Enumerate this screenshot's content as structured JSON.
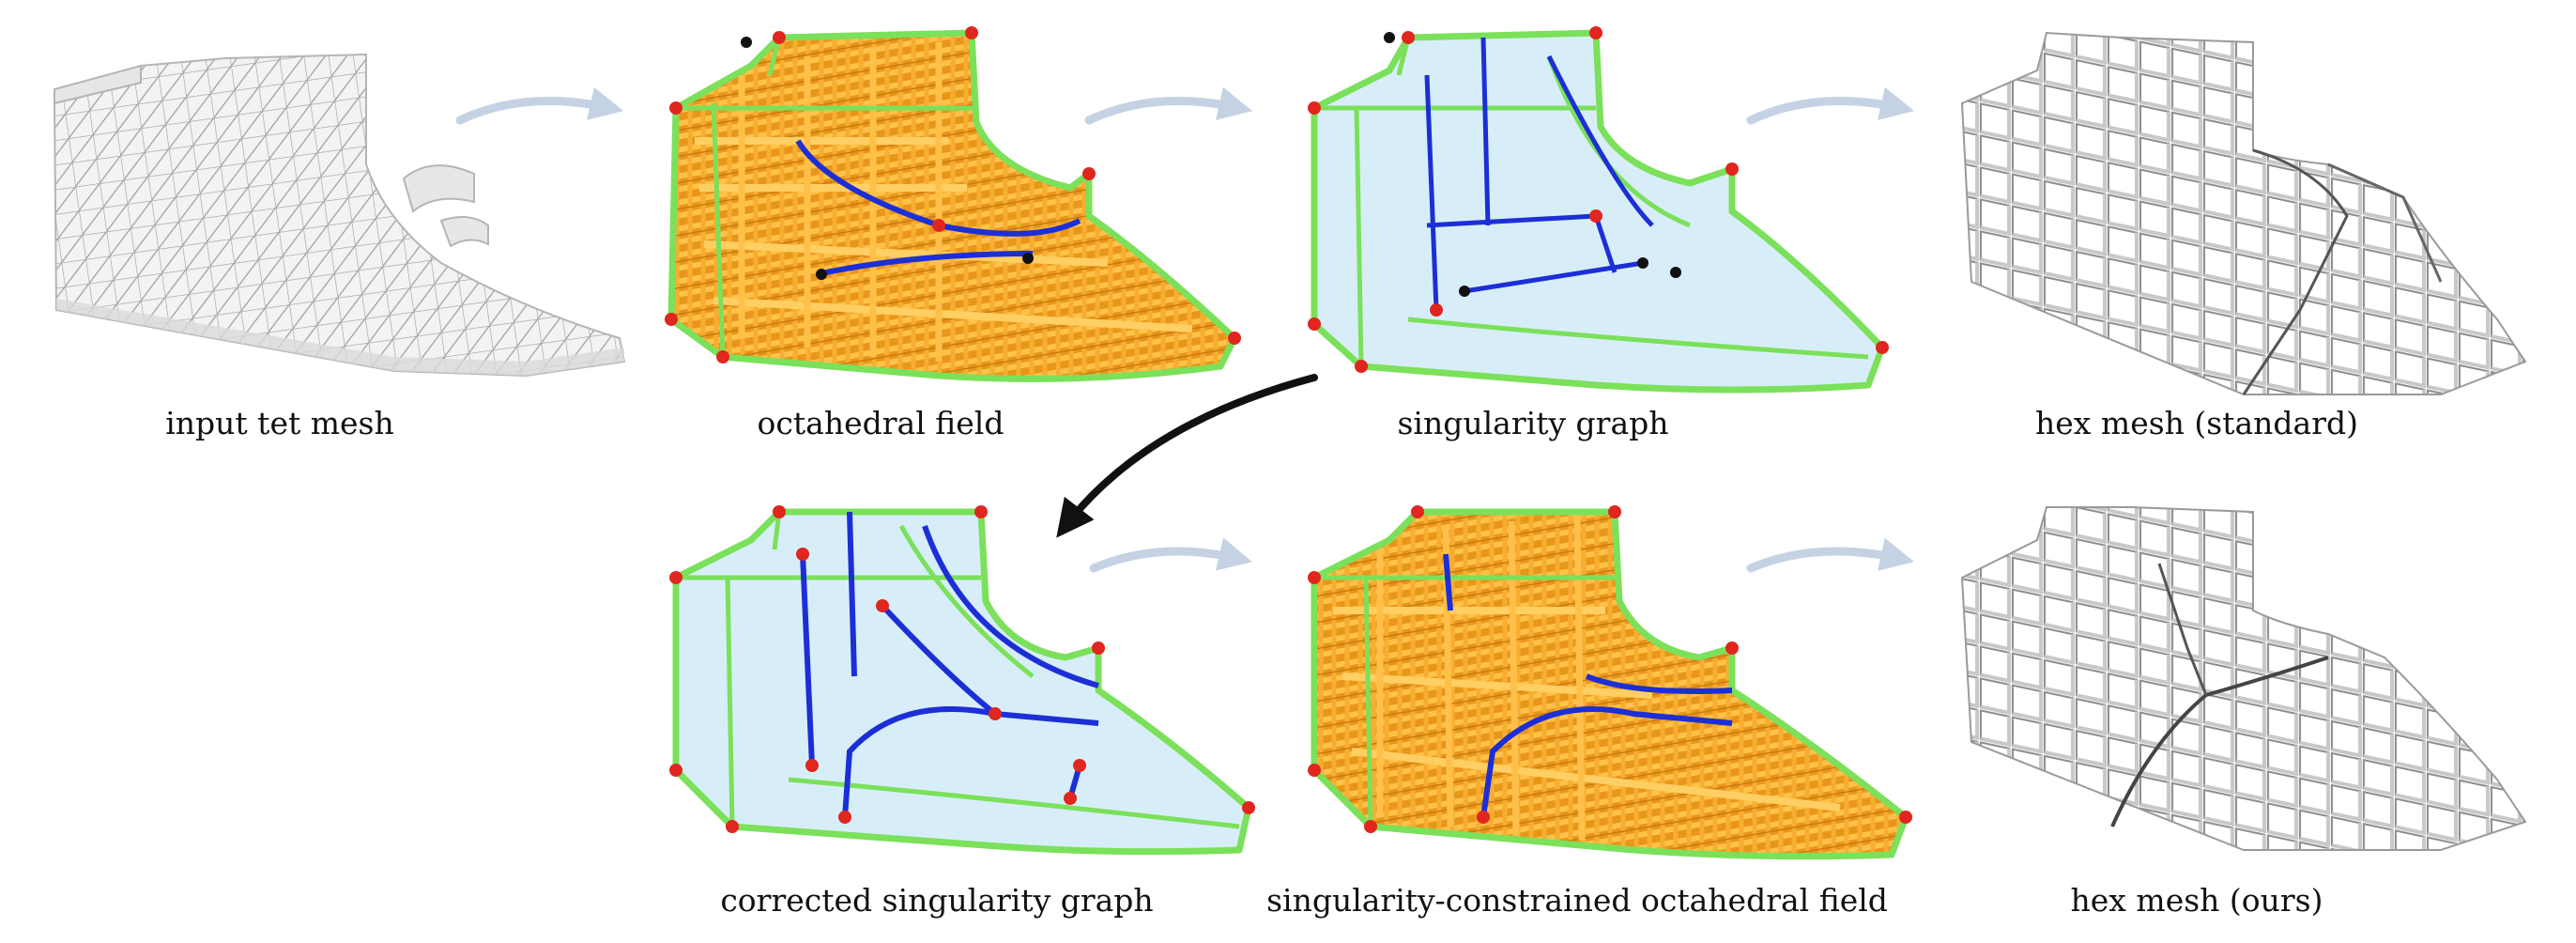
{
  "captions": {
    "input_tet_mesh": "input tet mesh",
    "octahedral_field": "octahedral field",
    "singularity_graph": "singularity graph",
    "hex_mesh_standard": "hex mesh (standard)",
    "corrected_singularity_graph": "corrected singularity graph",
    "singularity_constrained_octahedral_field": "singularity-constrained octahedral field",
    "hex_mesh_ours": "hex mesh (ours)"
  },
  "colors": {
    "boundary_edge": "#7be05a",
    "singularity": "#1c2fd6",
    "node": "#e0261e",
    "node_dark": "#111111",
    "field_stream": "#f3a828",
    "surface": "#d7eef9",
    "arrow_light": "#c4d2e4",
    "arrow_dark": "#111111",
    "mesh_line": "#9a9a9a",
    "hex_face": "#f6f6f6"
  }
}
